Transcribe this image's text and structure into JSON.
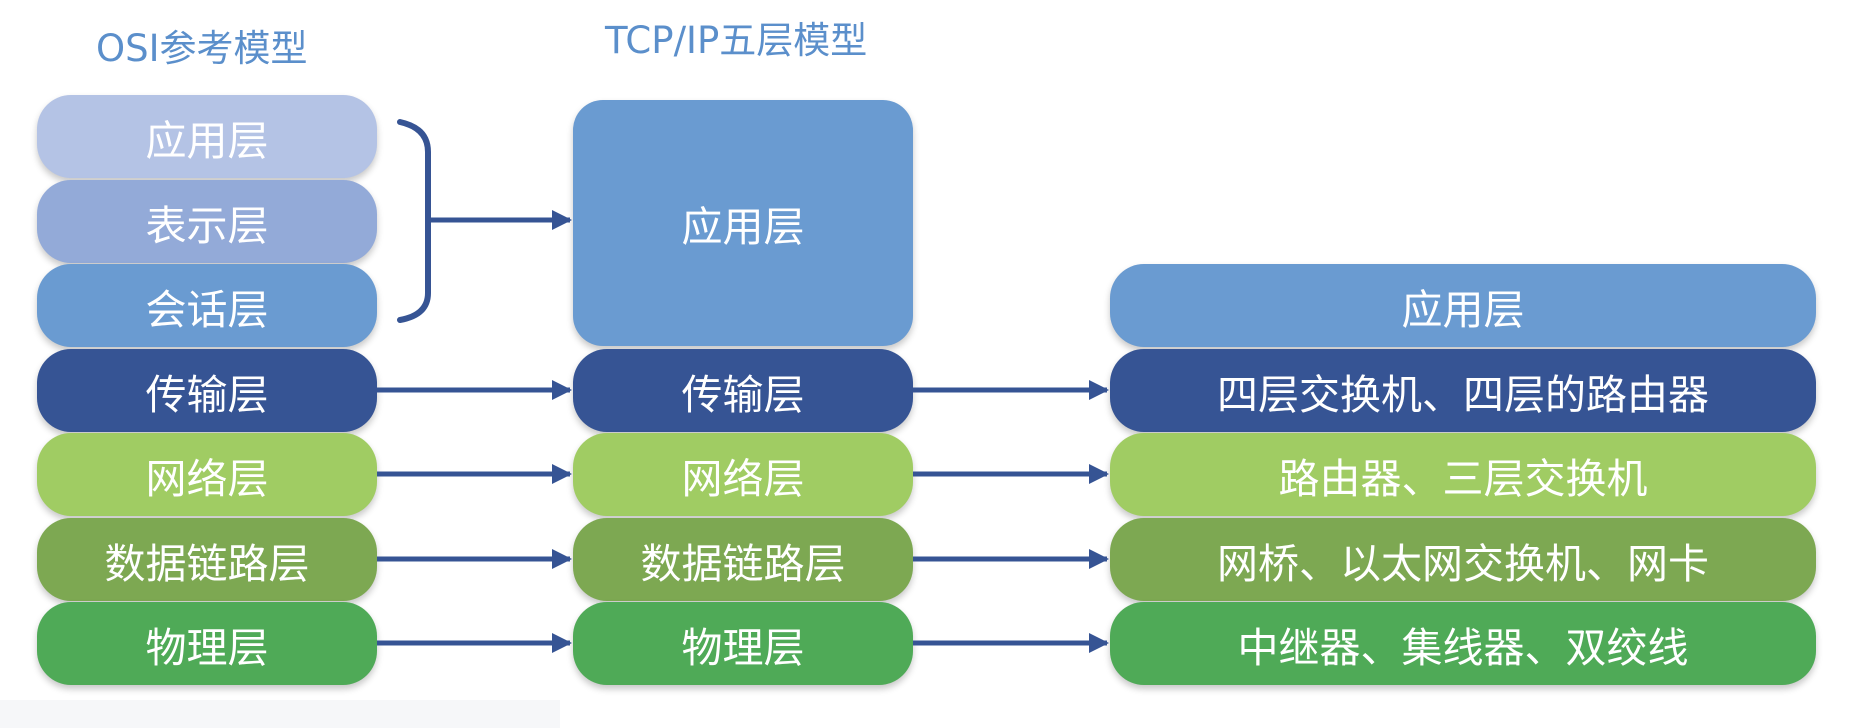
{
  "titles": {
    "osi": "OSI参考模型",
    "tcpip": "TCP/IP五层模型"
  },
  "osi": [
    {
      "label": "应用层"
    },
    {
      "label": "表示层"
    },
    {
      "label": "会话层"
    },
    {
      "label": "传输层"
    },
    {
      "label": "网络层"
    },
    {
      "label": "数据链路层"
    },
    {
      "label": "物理层"
    }
  ],
  "tcpip": [
    {
      "label": "应用层"
    },
    {
      "label": "传输层"
    },
    {
      "label": "网络层"
    },
    {
      "label": "数据链路层"
    },
    {
      "label": "物理层"
    }
  ],
  "devices": [
    {
      "label": "应用层"
    },
    {
      "label": "四层交换机、四层的路由器"
    },
    {
      "label": "路由器、三层交换机"
    },
    {
      "label": "网桥、以太网交换机、网卡"
    },
    {
      "label": "中继器、集线器、双绞线"
    }
  ],
  "colors": {
    "title": "#5b8fcb",
    "application": "#6a9bd1",
    "presentation": "#93aad8",
    "application_osi": "#b4c3e5",
    "transport": "#365494",
    "network": "#a0cc63",
    "datalink": "#7da852",
    "physical": "#4faa57",
    "arrow": "#365494"
  }
}
